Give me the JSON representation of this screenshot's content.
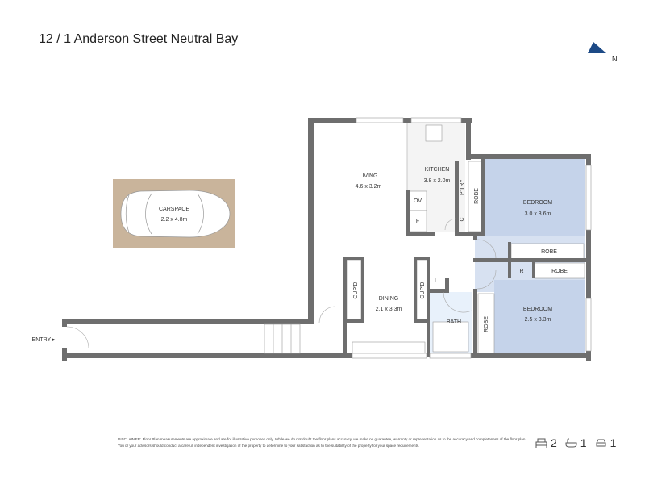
{
  "header": {
    "title": "12 / 1 Anderson Street Neutral Bay",
    "north_label": "N"
  },
  "rooms": {
    "carspace": {
      "name": "CARSPACE",
      "size": "2.2 x 4.8m"
    },
    "living": {
      "name": "LIVING",
      "size": "4.6 x 3.2m"
    },
    "kitchen": {
      "name": "KITCHEN",
      "size": "3.8 x 2.0m"
    },
    "dining": {
      "name": "DINING",
      "size": "2.1 x 3.3m"
    },
    "bedroom1": {
      "name": "BEDROOM",
      "size": "3.0 x 3.6m"
    },
    "bedroom2": {
      "name": "BEDROOM",
      "size": "2.5 x 3.3m"
    },
    "bath": {
      "name": "BATH"
    },
    "entry": {
      "name": "ENTRY ▸"
    }
  },
  "fixtures": {
    "oven": "OV",
    "fridge": "F",
    "pantry": "P'TRY",
    "cupboard": "C",
    "robe": "ROBE",
    "r": "R",
    "linen": "L",
    "cupd": "CUP'D"
  },
  "footer": {
    "disclaimer": "DISCLAIMER: Floor Plan measurements are approximate and are for illustrative purposes only. While we do not doubt the floor plans accuracy, we make no guarantee, warranty or representation as to the accuracy and completeness of the floor plan. You or your advisors should conduct a careful, independent investigation of the property to determine to your satisfaction as to the suitability of the property for your space requirements.",
    "bedrooms": "2",
    "bathrooms": "1",
    "carspaces": "1"
  },
  "colors": {
    "wall": "#6e6e6e",
    "bedroom": "#c5d3ea",
    "carspace": "#c9b49b",
    "compass": "#1d4a86"
  }
}
